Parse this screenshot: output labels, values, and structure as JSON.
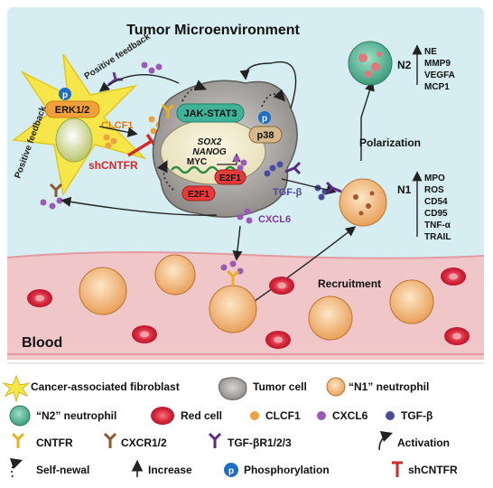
{
  "title": "Tumor Microenvironment",
  "caf": {
    "erk_label": "ERK1/2",
    "p_label": "p",
    "positive_feedback_top": "Positive feedback",
    "positive_feedback_left": "Positive feedback"
  },
  "tumor": {
    "jak_stat_label": "JAK-STAT3",
    "p38_label": "p38",
    "p_label": "p",
    "genes": [
      "SOX2",
      "NANOG",
      "MYC"
    ],
    "e2f1_inner": "E2F1",
    "e2f1_outer": "E2F1"
  },
  "factors": {
    "clcf1": "CLCF1",
    "shcntfr": "shCNTFR",
    "tgfb": "TGF-β",
    "cxcl6": "CXCL6"
  },
  "process": {
    "polarization": "Polarization",
    "recruitment": "Recruitment"
  },
  "n2": {
    "label": "N2",
    "markers": [
      "NE",
      "MMP9",
      "VEGFA",
      "MCP1"
    ]
  },
  "n1": {
    "label": "N1",
    "markers": [
      "MPO",
      "ROS",
      "CD54",
      "CD95",
      "TNF-α",
      "TRAIL"
    ]
  },
  "blood_label": "Blood",
  "legend": {
    "caf": "Cancer-associated fibroblast",
    "tumor_cell": "Tumor cell",
    "n1_neutrophil": "“N1” neutrophil",
    "n2_neutrophil": "“N2” neutrophil",
    "red_cell": "Red cell",
    "clcf1": "CLCF1",
    "cxcl6": "CXCL6",
    "tgfb": "TGF-β",
    "cntfr": "CNTFR",
    "cxcr": "CXCR1/2",
    "tgfbr": "TGF-βR1/2/3",
    "activation": "Activation",
    "self_renewal": "Self-newal",
    "increase": "Increase",
    "phosphorylation": "Phosphorylation",
    "shcntfr": "shCNTFR",
    "p_symbol": "p"
  },
  "colors": {
    "tme_background": "#d6eef2",
    "blood_band": "#f0c6c8",
    "red_cell": "#d7263d",
    "clcf1_dot": "#f0a040",
    "cxcl6_dot": "#9b59b6",
    "tgfb_dot": "#4a4aa0",
    "caf_yellow": "#f7e64a",
    "shcntfr_red": "#d42a2a",
    "n2_green": "#5ab89a"
  }
}
